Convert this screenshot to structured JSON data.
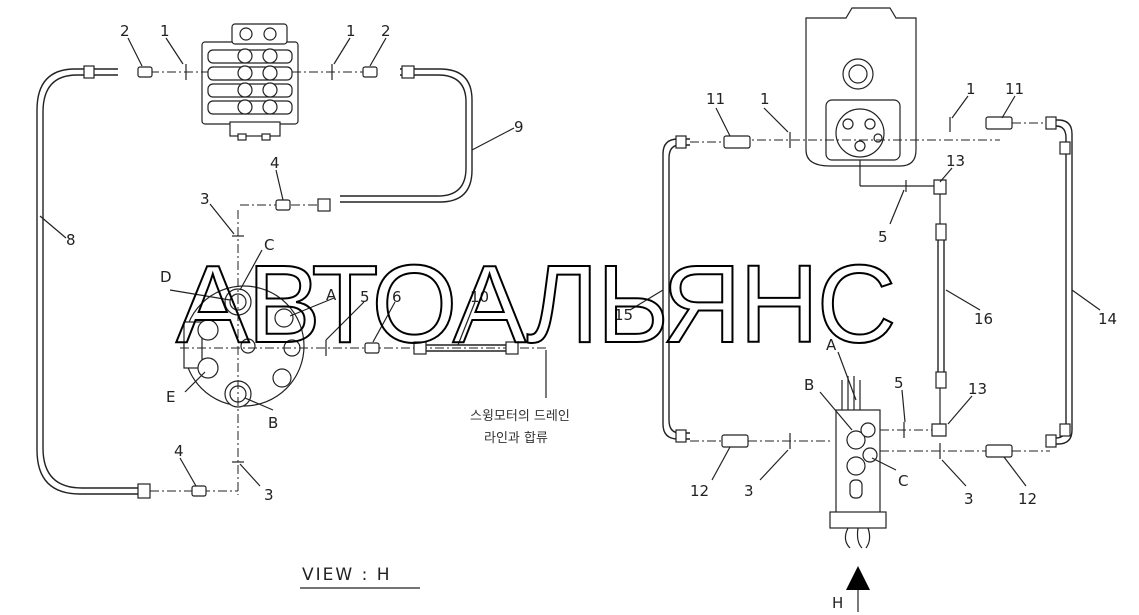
{
  "watermark": "АВТОАЛЬЯНС",
  "view_title": "VIEW : H",
  "view_arrow_label": "H",
  "drain_note": {
    "line1": "스윙모터의 드레인",
    "line2": "라인과 합류"
  },
  "port_labels": {
    "left": {
      "A": "A",
      "B": "B",
      "C": "C",
      "D": "D",
      "E": "E"
    },
    "right": {
      "A": "A",
      "B": "B",
      "C": "C"
    }
  },
  "part_numbers": {
    "l_2a": "2",
    "l_1a": "1",
    "l_1b": "1",
    "l_2b": "2",
    "l_9": "9",
    "l_4a": "4",
    "l_3a": "3",
    "l_8": "8",
    "l_5": "5",
    "l_6": "6",
    "l_10": "10",
    "l_4b": "4",
    "l_3b": "3",
    "r_11a": "11",
    "r_1a": "1",
    "r_1b": "1",
    "r_11b": "11",
    "r_13a": "13",
    "r_5a": "5",
    "r_15": "15",
    "r_16": "16",
    "r_14": "14",
    "r_5b": "5",
    "r_13b": "13",
    "r_12a": "12",
    "r_3a": "3",
    "r_3b": "3",
    "r_12b": "12"
  }
}
